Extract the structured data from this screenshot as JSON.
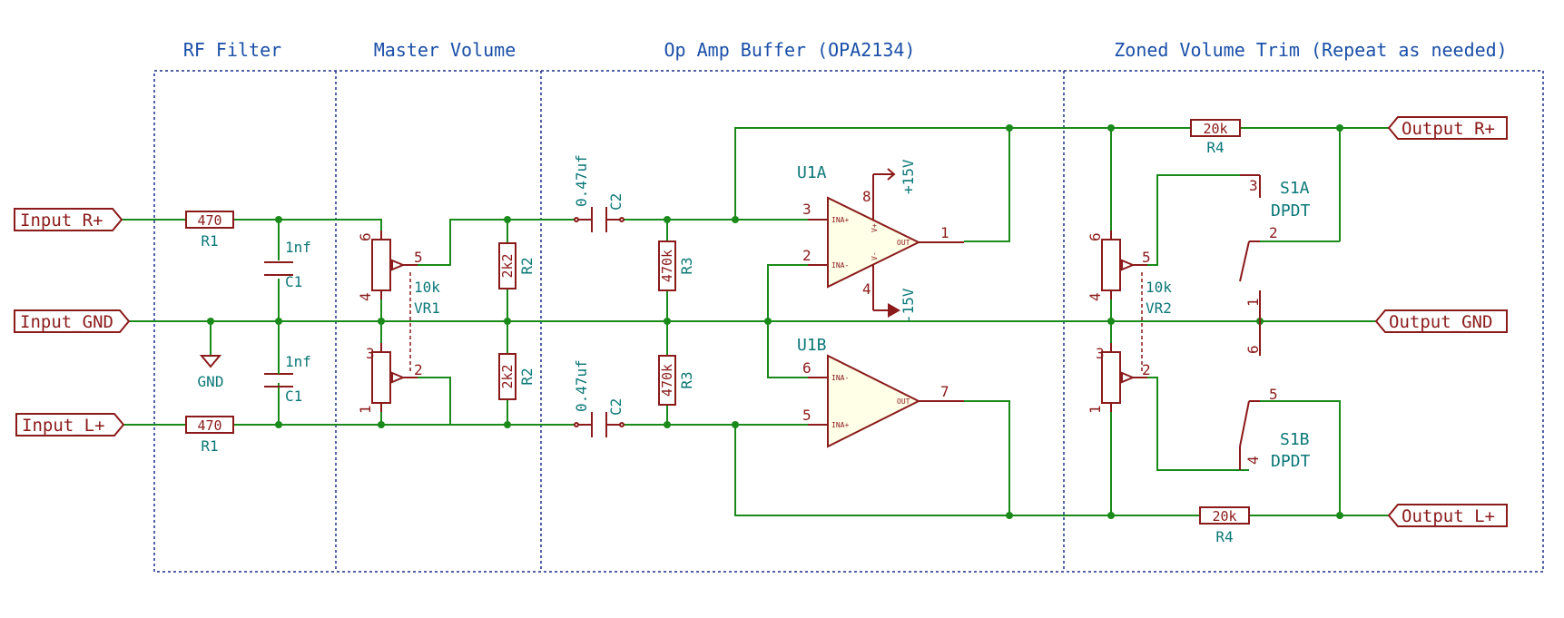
{
  "sections": [
    {
      "id": "rf",
      "title": "RF Filter"
    },
    {
      "id": "mv",
      "title": "Master Volume"
    },
    {
      "id": "buf",
      "title": "Op Amp Buffer (OPA2134)"
    },
    {
      "id": "zone",
      "title": "Zoned Volume Trim (Repeat as needed)"
    }
  ],
  "ports": {
    "input_r": "Input_R+",
    "input_gnd": "Input_GND",
    "input_l": "Input_L+",
    "output_r": "Output_R+",
    "output_gnd": "Output_GND",
    "output_l": "Output_L+"
  },
  "components": {
    "r1_top": {
      "ref": "R1",
      "value": "470"
    },
    "r1_bot": {
      "ref": "R1",
      "value": "470"
    },
    "c1_top": {
      "ref": "C1",
      "value": "1nf"
    },
    "c1_bot": {
      "ref": "C1",
      "value": "1nf"
    },
    "gnd": {
      "label": "GND"
    },
    "vr1": {
      "ref": "VR1",
      "value": "10k",
      "pins": [
        "6",
        "5",
        "4",
        "3",
        "2",
        "1"
      ]
    },
    "r2_top": {
      "ref": "R2",
      "value": "2k2"
    },
    "r2_bot": {
      "ref": "R2",
      "value": "2k2"
    },
    "c2_top": {
      "ref": "C2",
      "value": "0.47uf"
    },
    "c2_bot": {
      "ref": "C2",
      "value": "0.47uf"
    },
    "r3_top": {
      "ref": "R3",
      "value": "470k"
    },
    "r3_bot": {
      "ref": "R3",
      "value": "470k"
    },
    "u1a": {
      "ref": "U1A",
      "pin_in_p": "3",
      "pin_in_n": "2",
      "pin_out": "1",
      "pin_vp": "8",
      "pin_vn": "4",
      "lbl_in_p": "INA+",
      "lbl_in_n": "INA-",
      "lbl_out": "OUT",
      "lbl_vp": "V+",
      "lbl_vn": "V-"
    },
    "u1b": {
      "ref": "U1B",
      "pin_in_n": "6",
      "pin_in_p": "5",
      "pin_out": "7",
      "lbl_in_n": "INA-",
      "lbl_in_p": "INA+",
      "lbl_out": "OUT"
    },
    "supply": {
      "pos": "+15V",
      "neg": "-15V"
    },
    "r4_top": {
      "ref": "R4",
      "value": "20k"
    },
    "r4_bot": {
      "ref": "R4",
      "value": "20k"
    },
    "vr2": {
      "ref": "VR2",
      "value": "10k",
      "pins": [
        "6",
        "5",
        "4",
        "3",
        "2",
        "1"
      ]
    },
    "s1a": {
      "ref": "S1A",
      "value": "DPDT",
      "pins": [
        "3",
        "2",
        "1",
        "6"
      ]
    },
    "s1b": {
      "ref": "S1B",
      "value": "DPDT",
      "pins": [
        "5",
        "4"
      ]
    }
  },
  "colors": {
    "wire": "#1a8a1a",
    "component": "#8b1a1a",
    "reference_text": "#0b7777",
    "section_border": "#1a2f8a",
    "section_title": "#1a4fa8"
  }
}
